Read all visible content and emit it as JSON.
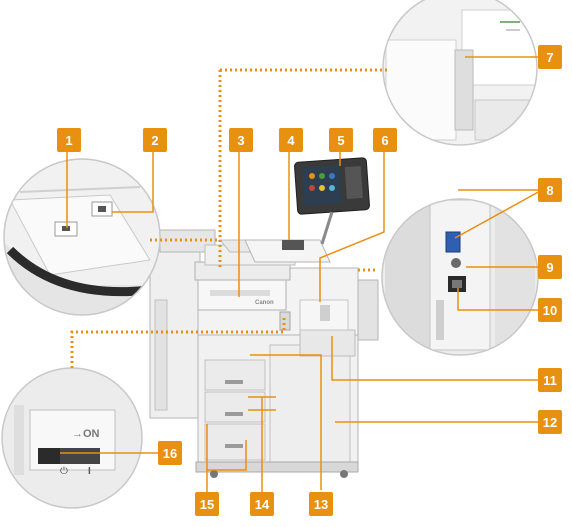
{
  "callouts": [
    {
      "id": 1,
      "label": "1"
    },
    {
      "id": 2,
      "label": "2"
    },
    {
      "id": 3,
      "label": "3"
    },
    {
      "id": 4,
      "label": "4"
    },
    {
      "id": 5,
      "label": "5"
    },
    {
      "id": 6,
      "label": "6"
    },
    {
      "id": 7,
      "label": "7"
    },
    {
      "id": 8,
      "label": "8"
    },
    {
      "id": 9,
      "label": "9"
    },
    {
      "id": 10,
      "label": "10"
    },
    {
      "id": 11,
      "label": "11"
    },
    {
      "id": 12,
      "label": "12"
    },
    {
      "id": 13,
      "label": "13"
    },
    {
      "id": 14,
      "label": "14"
    },
    {
      "id": 15,
      "label": "15"
    },
    {
      "id": 16,
      "label": "16"
    }
  ],
  "device": {
    "brand_text": "Canon",
    "main_switch_text": "→ON",
    "power_symbol": "⏻",
    "on_symbol": "I"
  },
  "colors": {
    "accent": "#e8900f",
    "machine_body": "#f2f2f2",
    "machine_edge": "#b8b8b8",
    "dark_panel": "#3a3a3a"
  },
  "icons": [
    "power-icon",
    "ethernet-port-icon",
    "usb-port-icon"
  ]
}
